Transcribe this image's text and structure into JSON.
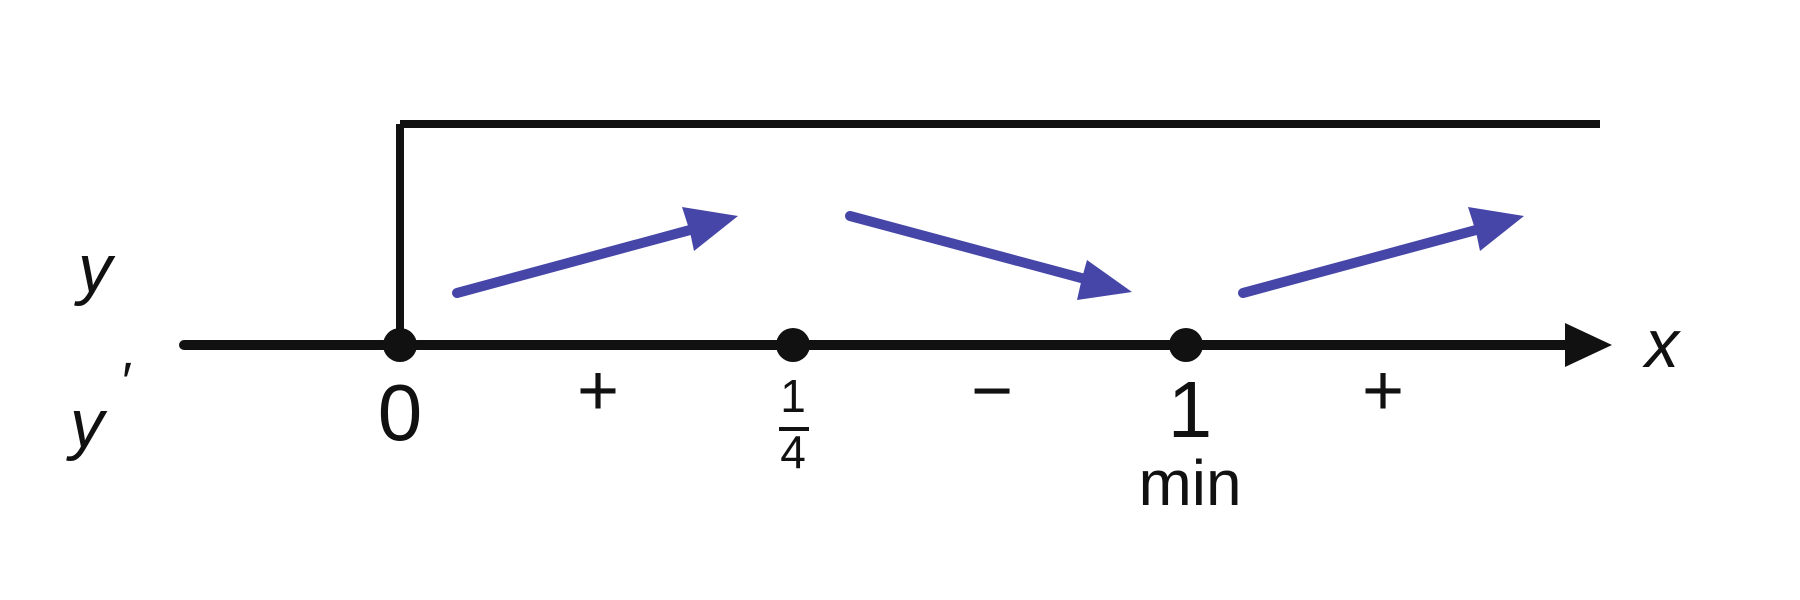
{
  "axis": {
    "variable": "x",
    "row_labels": {
      "function": "y",
      "derivative": "y",
      "prime": "′"
    }
  },
  "critical_points": [
    {
      "label": "0",
      "type": "plain"
    },
    {
      "label": "1/4",
      "type": "fraction",
      "numerator": "1",
      "denominator": "4"
    },
    {
      "label": "1",
      "type": "plain",
      "note": "min"
    }
  ],
  "signs": [
    "+",
    "−",
    "+"
  ],
  "trend_arrows": [
    "increasing",
    "decreasing",
    "increasing"
  ],
  "colors": {
    "axis": "#111111",
    "arrow": "#4646a8",
    "text": "#111111",
    "background": "#ffffff"
  }
}
